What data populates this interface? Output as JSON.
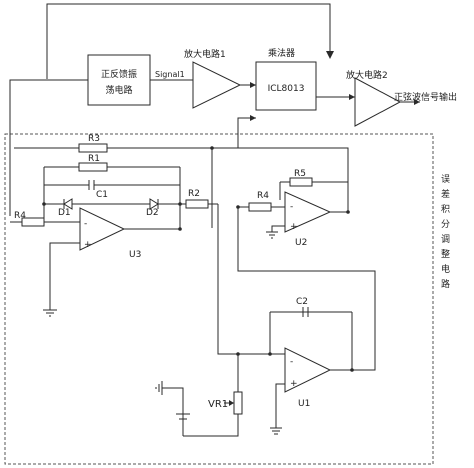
{
  "blocks": {
    "oscillator": [
      "正反馈振",
      "荡电路"
    ],
    "amp1": "放大电路1",
    "multiplier_title": "乘法器",
    "multiplier_chip": "ICL8013",
    "amp2": "放大电路2",
    "output": "正弦波信号输出",
    "signal1": "Signal1"
  },
  "section": {
    "label_chars": [
      "误",
      "差",
      "积",
      "分",
      "调",
      "整",
      "电",
      "路"
    ]
  },
  "components": {
    "r3": "R3",
    "r1": "R1",
    "c1": "C1",
    "d1": "D1",
    "d2": "D2",
    "r2": "R2",
    "r4_left": "R4",
    "u3": "U3",
    "r5": "R5",
    "r4_right": "R4",
    "u2": "U2",
    "c2": "C2",
    "u1": "U1",
    "vr1": "VR1"
  },
  "opamp_pins": {
    "minus": "-",
    "plus": "+"
  }
}
